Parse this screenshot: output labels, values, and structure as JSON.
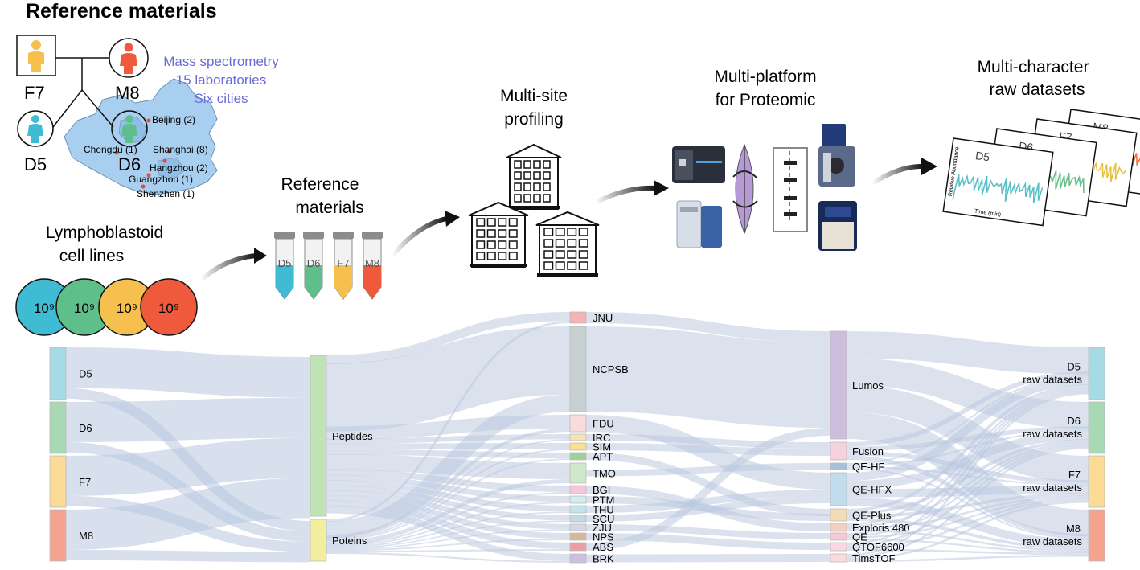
{
  "title": "Reference materials",
  "family": {
    "members": [
      {
        "id": "F7",
        "label": "F7",
        "color": "#f6c04e",
        "sex": "male"
      },
      {
        "id": "M8",
        "label": "M8",
        "color": "#f05a3c",
        "sex": "female"
      },
      {
        "id": "D5",
        "label": "D5",
        "color": "#3fbcd4",
        "sex": "female"
      },
      {
        "id": "D6",
        "label": "D6",
        "color": "#5fbf8a",
        "sex": "female"
      }
    ]
  },
  "mass_spec": {
    "line1": "Mass spectrometry",
    "line2": "15 laboratories",
    "line3": "Six cities",
    "color": "#6a6ad8"
  },
  "cities": [
    "Beijing (2)",
    "Chengdu (1)",
    "Shanghai (8)",
    "Hangzhou (2)",
    "Guangzhou (1)",
    "Shenzhen (1)"
  ],
  "cell_lines": {
    "title_l1": "Lymphoblastoid",
    "title_l2": "cell lines",
    "discs": [
      {
        "label": "10⁹",
        "color": "#3fbcd4"
      },
      {
        "label": "10⁹",
        "color": "#5fbf8a"
      },
      {
        "label": "10⁹",
        "color": "#f6c04e"
      },
      {
        "label": "10⁹",
        "color": "#f05a3c"
      }
    ]
  },
  "ref_materials": {
    "title_l1": "Reference",
    "title_l2": "materials",
    "tubes": [
      {
        "label": "D5",
        "color": "#3fbcd4"
      },
      {
        "label": "D6",
        "color": "#5fbf8a"
      },
      {
        "label": "F7",
        "color": "#f6c04e"
      },
      {
        "label": "M8",
        "color": "#f05a3c"
      }
    ]
  },
  "multisite": {
    "title_l1": "Multi-site",
    "title_l2": "profiling"
  },
  "multiplatform": {
    "title_l1": "Multi-platform",
    "title_l2": "for Proteomic"
  },
  "multichar": {
    "title_l1": "Multi-character",
    "title_l2": "raw datasets",
    "cards": [
      "D5",
      "D6",
      "F7",
      "M8"
    ],
    "axis_y": "Relative Abundance",
    "axis_x": "Time (min)"
  },
  "sankey": {
    "samples": [
      {
        "name": "D5",
        "color": "#a6dbe6"
      },
      {
        "name": "D6",
        "color": "#a8d8b4"
      },
      {
        "name": "F7",
        "color": "#fbdb95"
      },
      {
        "name": "M8",
        "color": "#f5a28f"
      }
    ],
    "types": [
      {
        "name": "Peptides",
        "color": "#bfe3b5"
      },
      {
        "name": "Poteins",
        "color": "#f3eda0"
      }
    ],
    "labs": [
      {
        "name": "JNU",
        "color": "#f2b4b4"
      },
      {
        "name": "NCPSB",
        "color": "#c7d1d1"
      },
      {
        "name": "FDU",
        "color": "#fadbdb"
      },
      {
        "name": "IRC",
        "color": "#f7e3b5"
      },
      {
        "name": "SIM",
        "color": "#f9e08c"
      },
      {
        "name": "APT",
        "color": "#9ed09a"
      },
      {
        "name": "TMO",
        "color": "#cfe8c9"
      },
      {
        "name": "BGI",
        "color": "#f4c8da"
      },
      {
        "name": "PTM",
        "color": "#d3ecec"
      },
      {
        "name": "THU",
        "color": "#c4e4ea"
      },
      {
        "name": "SCU",
        "color": "#c2d7e8"
      },
      {
        "name": "ZJU",
        "color": "#d6d6e6"
      },
      {
        "name": "NPS",
        "color": "#d9b89a"
      },
      {
        "name": "ABS",
        "color": "#e8a0a5"
      },
      {
        "name": "BRK",
        "color": "#cdbfdd"
      }
    ],
    "platforms": [
      {
        "name": "Lumos",
        "color": "#cdbfdc"
      },
      {
        "name": "Fusion",
        "color": "#f6d2df"
      },
      {
        "name": "QE-HF",
        "color": "#a8c0d8"
      },
      {
        "name": "QE-HFX",
        "color": "#c3dced"
      },
      {
        "name": "QE-Plus",
        "color": "#f3dcb6"
      },
      {
        "name": "Exploris 480",
        "color": "#f2d0c0"
      },
      {
        "name": "QE",
        "color": "#f6c9d8"
      },
      {
        "name": "QTOF6600",
        "color": "#f9d7e3"
      },
      {
        "name": "TimsTOF",
        "color": "#fbdada"
      }
    ],
    "outputs": [
      {
        "l1": "D5",
        "l2": "raw datasets",
        "color": "#a6dbe6"
      },
      {
        "l1": "D6",
        "l2": "raw datasets",
        "color": "#a8d8b4"
      },
      {
        "l1": "F7",
        "l2": "raw datasets",
        "color": "#fbdb95"
      },
      {
        "l1": "M8",
        "l2": "raw datasets",
        "color": "#f5a28f"
      }
    ],
    "link_color": "#b8c6de"
  }
}
